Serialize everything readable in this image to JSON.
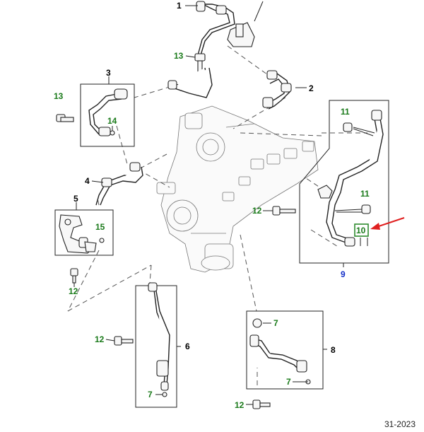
{
  "callouts": {
    "c1": "1",
    "c2": "2",
    "c3": "3",
    "c4": "4",
    "c5": "5",
    "c6": "6",
    "c7a": "7",
    "c7b": "7",
    "c7c": "7",
    "c8": "8",
    "c9": "9",
    "c10": "10",
    "c11a": "11",
    "c11b": "11",
    "c12a": "12",
    "c12b": "12",
    "c12c": "12",
    "c12d": "12",
    "c13a": "13",
    "c13b": "13",
    "c14": "14",
    "c15": "15"
  },
  "footer": {
    "code": "31-2023"
  },
  "colors": {
    "callout_green": "#1a7a1a",
    "callout_blue": "#1530c8",
    "arrow_red": "#e02020",
    "highlight_box": "#2e8b2e"
  }
}
